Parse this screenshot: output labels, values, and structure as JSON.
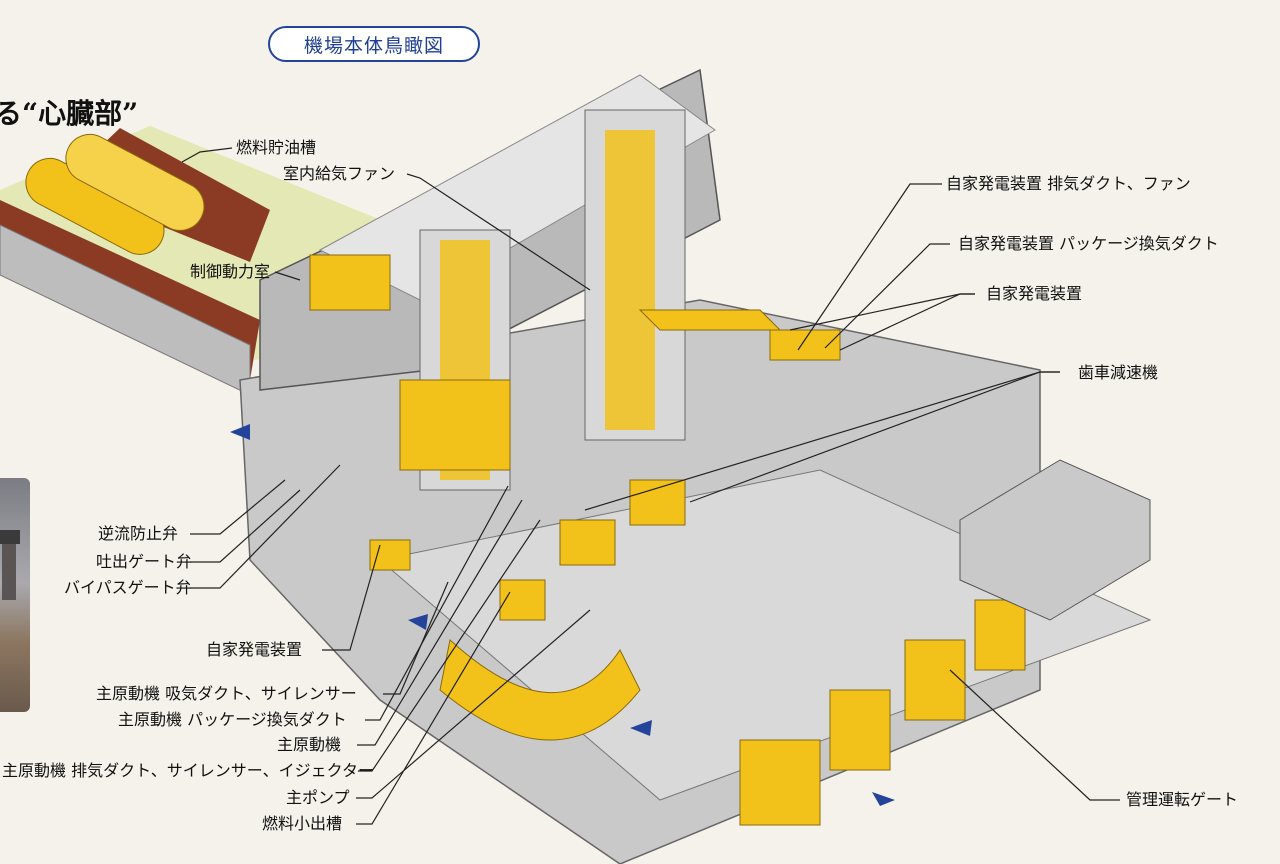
{
  "title": "機場本体鳥瞰図",
  "heading": "る“心臓部”",
  "labels": {
    "fuel_storage_tank": "燃料貯油槽",
    "indoor_supply_fan": "室内給気ファン",
    "control_power_room": "制御動力室",
    "gen_exhaust_duct_fan": "自家発電装置 排気ダクト、ファン",
    "gen_package_vent_duct": "自家発電装置 パッケージ換気ダクト",
    "gen_unit_right": "自家発電装置",
    "gear_reducer": "歯車減速機",
    "check_valve": "逆流防止弁",
    "discharge_gate_valve": "吐出ゲート弁",
    "bypass_gate_valve": "バイパスゲート弁",
    "gen_unit_left": "自家発電装置",
    "engine_intake_duct": "主原動機 吸気ダクト、サイレンサー",
    "engine_package_vent_duct": "主原動機 パッケージ換気ダクト",
    "main_engine": "主原動機",
    "engine_exhaust_duct": "主原動機 排気ダクト、サイレンサー、イジェクター",
    "main_pump": "主ポンプ",
    "fuel_service_tank": "燃料小出槽",
    "control_gate": "管理運転ゲート"
  },
  "colors": {
    "equipment": "#f2c21a",
    "concrete": "#c9c9c9",
    "flow_arrow": "#23449a",
    "title_border": "#23449a"
  }
}
